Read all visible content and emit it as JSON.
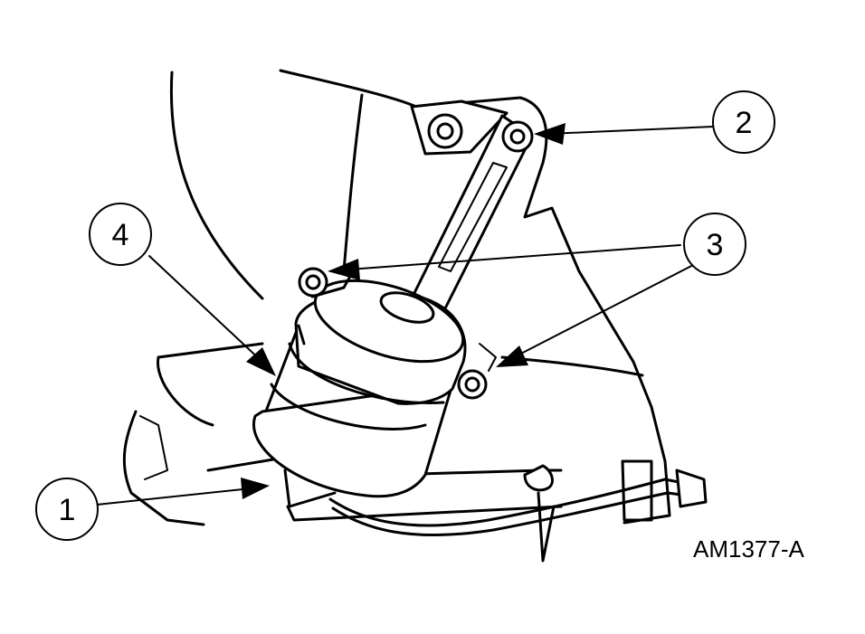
{
  "figure_code": "AM1377-A",
  "callouts": [
    {
      "number": "1"
    },
    {
      "number": "2"
    },
    {
      "number": "3"
    },
    {
      "number": "4"
    }
  ]
}
